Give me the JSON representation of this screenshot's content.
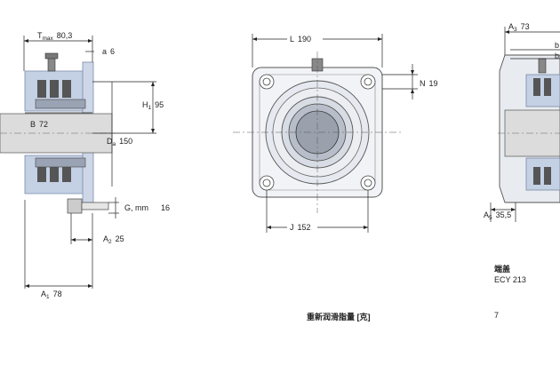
{
  "side_view": {
    "t_max": "T",
    "t_max_sub": "max",
    "t_max_val": "80,3",
    "a": "a",
    "a_val": "6",
    "h1": "H",
    "h1_sub": "1",
    "h1_val": "95",
    "b": "B",
    "b_val": "72",
    "da": "D",
    "da_sub": "a",
    "da_val": "150",
    "g": "G, mm",
    "g_val": "16",
    "a2": "A",
    "a2_sub": "2",
    "a2_val": "25",
    "a1": "A",
    "a1_sub": "1",
    "a1_val": "78"
  },
  "front_view": {
    "l": "L",
    "l_val": "190",
    "n": "N",
    "n_val": "19",
    "j": "J",
    "j_val": "152"
  },
  "right_view": {
    "a3": "A",
    "a3_sub": "3",
    "a3_val": "73",
    "b_top": "b",
    "a5": "A",
    "a5_sub": "5",
    "a5_val": "35,5"
  },
  "end_cover": {
    "label": "端盖",
    "value": "ECY 213"
  },
  "relubrication": {
    "label": "重新润滑脂量 [克]",
    "value": "7"
  }
}
